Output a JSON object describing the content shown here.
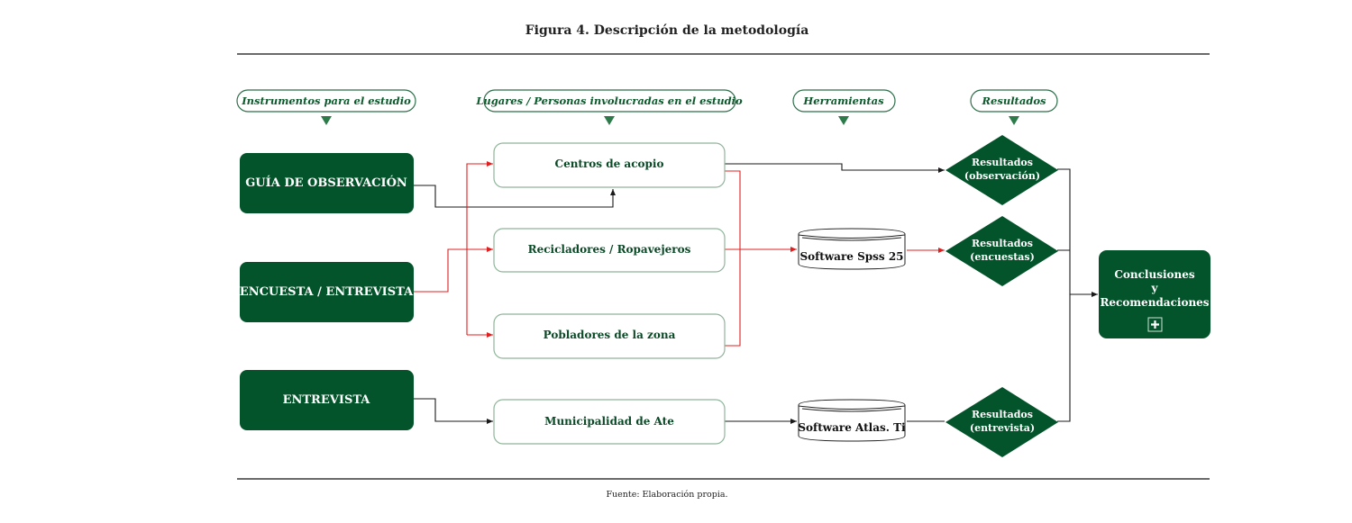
{
  "figure": {
    "title": "Figura 4. Descripción de la metodología",
    "source": "Fuente: Elaboración propia."
  },
  "headers": [
    {
      "id": "instruments",
      "label": "Instrumentos para el estudio"
    },
    {
      "id": "places",
      "label": "Lugares / Personas involucradas en el estudio"
    },
    {
      "id": "tools",
      "label": "Herramientas"
    },
    {
      "id": "results",
      "label": "Resultados"
    }
  ],
  "instruments": [
    {
      "id": "guia",
      "label": "GUÍA DE OBSERVACIÓN"
    },
    {
      "id": "encuesta",
      "label": "ENCUESTA / ENTREVISTA"
    },
    {
      "id": "entrevista",
      "label": "ENTREVISTA"
    }
  ],
  "places": [
    {
      "id": "centros",
      "label": "Centros de acopio"
    },
    {
      "id": "recicladores",
      "label": "Recicladores / Ropavejeros"
    },
    {
      "id": "pobladores",
      "label": "Pobladores de la zona"
    },
    {
      "id": "municipalidad",
      "label": "Municipalidad de Ate"
    }
  ],
  "tools": [
    {
      "id": "spss",
      "label": "Software Spss 25"
    },
    {
      "id": "atlas",
      "label": "Software Atlas. Ti"
    }
  ],
  "results": [
    {
      "id": "obs",
      "line1": "Resultados",
      "line2": "(observación)"
    },
    {
      "id": "enc",
      "line1": "Resultados",
      "line2": "(encuestas)"
    },
    {
      "id": "ent",
      "line1": "Resultados",
      "line2": "(entrevista)"
    }
  ],
  "conclusion": {
    "line1": "Conclusiones",
    "line2": "y",
    "line3": "Recomendaciones",
    "expand_icon": "plus-icon"
  },
  "colors": {
    "dark_green": "#03542a",
    "accent_green": "#2d7a4a",
    "red_connector": "#e02020",
    "black_connector": "#1a1a1a"
  }
}
